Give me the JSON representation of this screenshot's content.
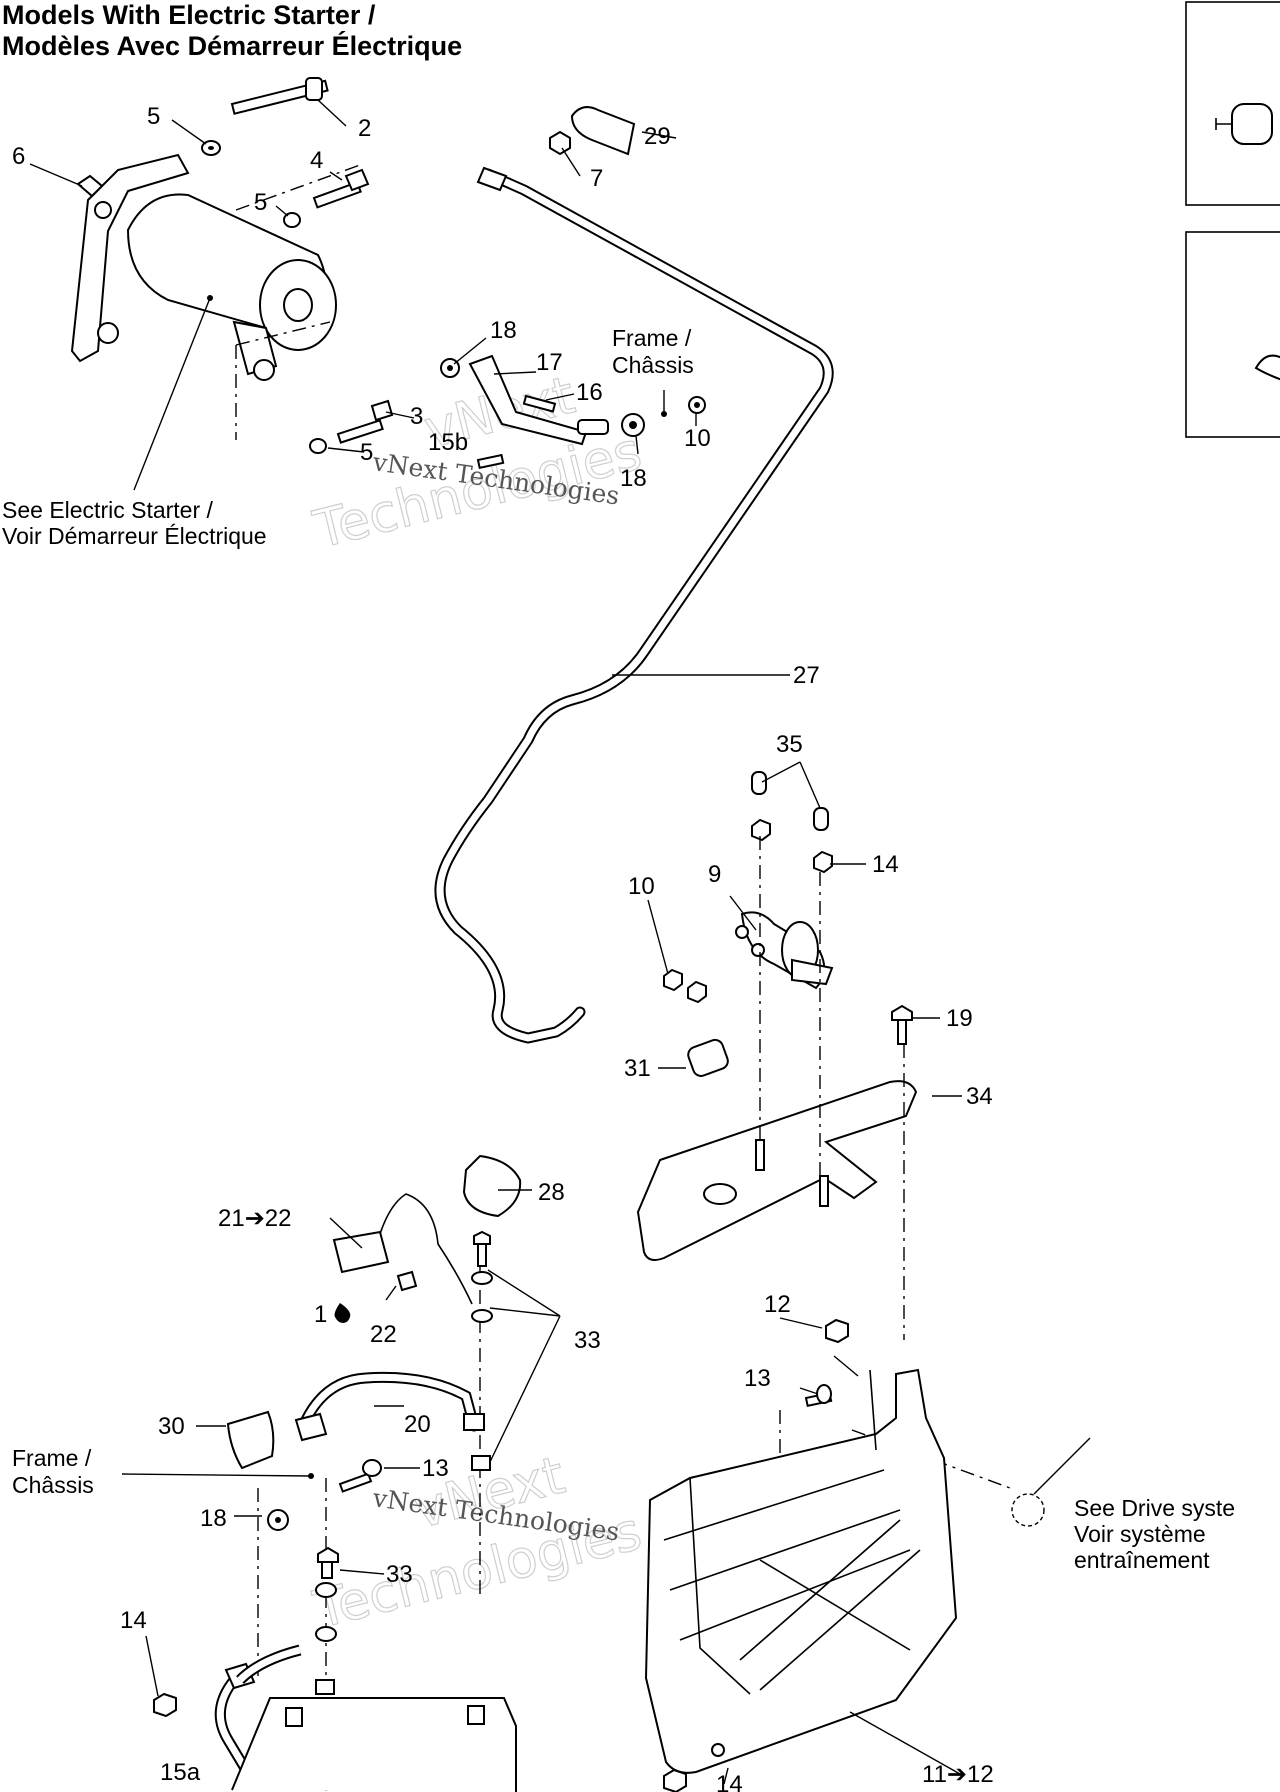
{
  "title": {
    "line1": "Models With Electric Starter /",
    "line2": "Modèles Avec Démarreur Électrique"
  },
  "notes": {
    "electric_starter_en": "See Electric Starter /",
    "electric_starter_fr": "Voir Démarreur Électrique",
    "frame_top_en": "Frame /",
    "frame_top_fr": "Châssis",
    "frame_bottom_en": "Frame /",
    "frame_bottom_fr": "Châssis",
    "drive_system_en": "See Drive syste",
    "drive_system_fr1": "Voir système",
    "drive_system_fr2": "entraînement"
  },
  "watermark": {
    "brand": "vNext",
    "word": "Technologies",
    "full": "vNext Technologies"
  },
  "callouts": {
    "c2": "2",
    "c3": "3",
    "c4": "4",
    "c5a": "5",
    "c5b": "5",
    "c5c": "5",
    "c6": "6",
    "c7": "7",
    "c9": "9",
    "c10a": "10",
    "c10b": "10",
    "c11": "11➔12",
    "c12": "12",
    "c13a": "13",
    "c13b": "13",
    "c14a": "14",
    "c14b": "14",
    "c14c": "14",
    "c15a": "15a",
    "c15b": "15b",
    "c16": "16",
    "c17": "17",
    "c18a": "18",
    "c18b": "18",
    "c18c": "18",
    "c19": "19",
    "c20": "20",
    "c21": "21➔22",
    "c22": "22",
    "c27": "27",
    "c28": "28",
    "c29": "29",
    "c30": "30",
    "c31": "31",
    "c33a": "33",
    "c33b": "33",
    "c34": "34",
    "c35": "35",
    "c1": "1"
  }
}
